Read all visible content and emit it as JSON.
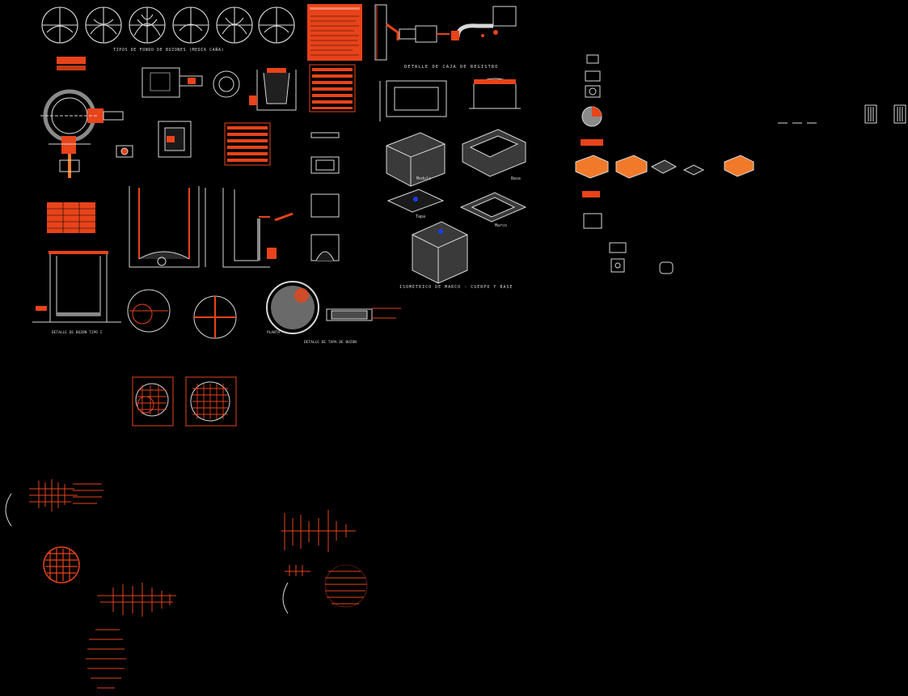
{
  "colors": {
    "background": "#000000",
    "line": "#d8d8d8",
    "accent": "#e8431a",
    "fill": "#f07a2a",
    "blue": "#1a3cff",
    "gray": "#8a8a8a"
  },
  "labels": {
    "tipos_fondo": "TIPOS DE FONDO DE BUZONES (MEDIA CAÑA)",
    "detalle_caja": "DETALLE DE CAJA DE REGISTRO",
    "modulo": "Modulo",
    "marco": "Marco",
    "tapa": "Tapa",
    "base": "Base",
    "isometrico": "ISOMETRICO DE MARCO - CUERPO Y BASE",
    "detalle_buzon_tipo": "DETALLE DE BUZON TIPO I",
    "detalle_tapa": "DETALLE DE TAPA DE BUZON",
    "planta": "PLANTA"
  }
}
